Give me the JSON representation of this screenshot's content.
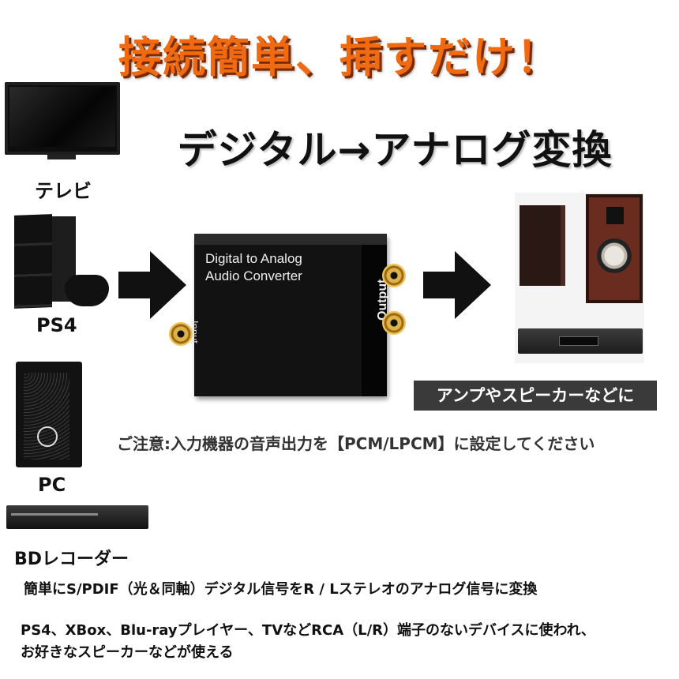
{
  "headline": "接続簡単、挿すだけ！",
  "subheadline": "デジタル→アナログ変換",
  "sources": [
    {
      "label": "テレビ",
      "icon": "tv-icon"
    },
    {
      "label": "PS4",
      "icon": "game-console-icon"
    },
    {
      "label": "PC",
      "icon": "desktop-pc-icon"
    },
    {
      "label": "BDレコーダー",
      "icon": "bd-recorder-icon"
    }
  ],
  "converter": {
    "line1": "Digital  to Analog",
    "line2": "Audio Converter",
    "input_label": "Input",
    "output_label": "Output"
  },
  "output_badge": "アンプやスピーカーなどに",
  "notice": "ご注意:入力機器の音声出力を【PCM/LPCM】に設定してください",
  "description_1": "簡単にS/PDIF（光＆同軸）デジタル信号をR / Lステレオのアナログ信号に変換",
  "description_2_line1": "PS4、XBox、Blu-rayプレイヤー、TVなどRCA（L/R）端子のないデバイスに使われ、",
  "description_2_line2": "お好きなスピーカーなどが使える",
  "colors": {
    "headline": "#f06a12",
    "badge_bg": "#3a3a3a"
  }
}
